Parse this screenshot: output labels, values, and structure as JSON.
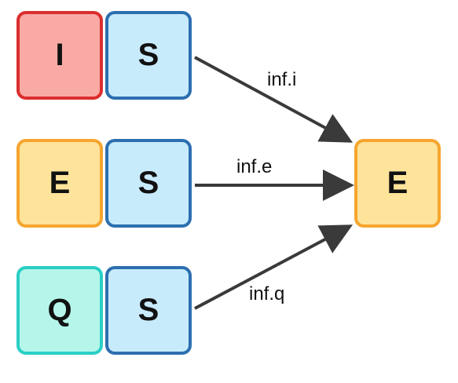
{
  "rows": [
    {
      "left": {
        "label": "I",
        "fill": "#F9AAA5",
        "stroke": "#DB2E2E"
      },
      "right": {
        "label": "S",
        "fill": "#C8EBFC",
        "stroke": "#2D6FB0"
      }
    },
    {
      "left": {
        "label": "E",
        "fill": "#FEE39A",
        "stroke": "#F6A52E"
      },
      "right": {
        "label": "S",
        "fill": "#C8EBFC",
        "stroke": "#2D6FB0"
      }
    },
    {
      "left": {
        "label": "Q",
        "fill": "#B6F6EA",
        "stroke": "#29CFC6"
      },
      "right": {
        "label": "S",
        "fill": "#C8EBFC",
        "stroke": "#2D6FB0"
      }
    }
  ],
  "target": {
    "label": "E",
    "fill": "#FEE39A",
    "stroke": "#F6A52E"
  },
  "edges": [
    {
      "label": "inf.i"
    },
    {
      "label": "inf.e"
    },
    {
      "label": "inf.q"
    }
  ],
  "arrow_color": "#3A3A3A"
}
